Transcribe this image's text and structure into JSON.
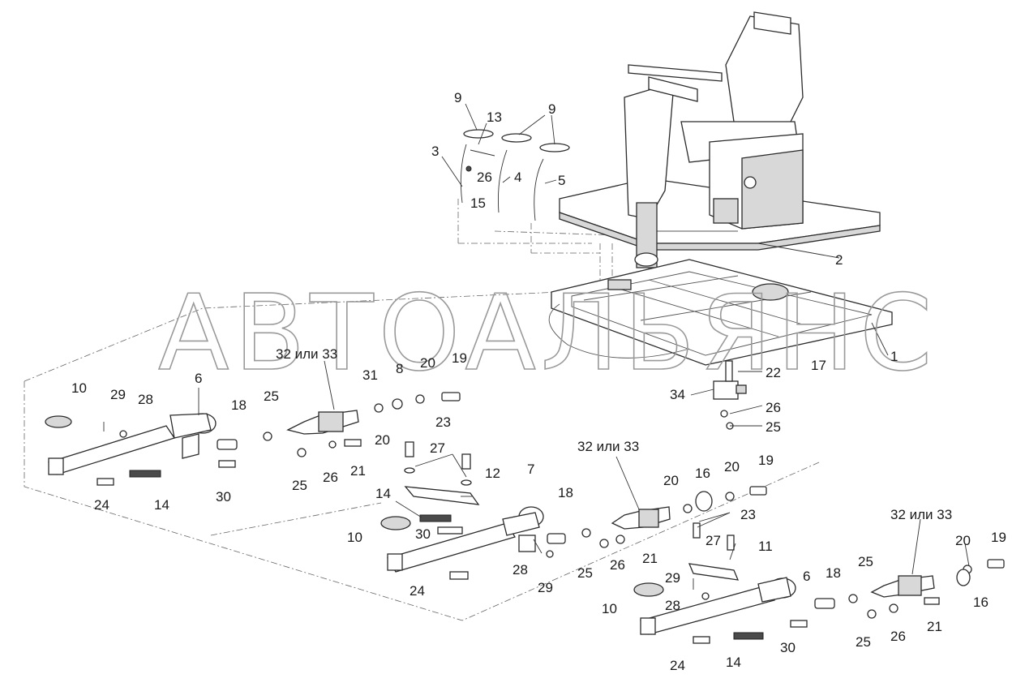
{
  "watermark": "АВТОАЛЬЯНС",
  "labels": {
    "l1": "1",
    "l2": "2",
    "l3": "3",
    "l4": "4",
    "l5": "5",
    "l9a": "9",
    "l9b": "9",
    "l13": "13",
    "l15": "15",
    "l26top": "26",
    "l17": "17",
    "l22": "22",
    "l34": "34",
    "l26r": "26",
    "l25r": "25",
    "g1_32": "32 или 33",
    "g1_31": "31",
    "g1_8": "8",
    "g1_20a": "20",
    "g1_19": "19",
    "g1_10": "10",
    "g1_29": "29",
    "g1_28": "28",
    "g1_6": "6",
    "g1_18": "18",
    "g1_25a": "25",
    "g1_20b": "20",
    "g1_24": "24",
    "g1_14": "14",
    "g1_30": "30",
    "g1_25b": "25",
    "g1_26": "26",
    "g1_21": "21",
    "g2_23": "23",
    "g2_27": "27",
    "g2_12": "12",
    "g2_7": "7",
    "g2_14": "14",
    "g2_30": "30",
    "g2_10": "10",
    "g2_18": "18",
    "g2_24": "24",
    "g2_28": "28",
    "g2_29": "29",
    "g2_25": "25",
    "g2_26": "26",
    "g2_21": "21",
    "g2_32": "32 или 33",
    "g2_20a": "20",
    "g2_16": "16",
    "g2_20b": "20",
    "g2_19": "19",
    "g3_23": "23",
    "g3_27": "27",
    "g3_11": "11",
    "g3_29": "29",
    "g3_28": "28",
    "g3_10": "10",
    "g3_6": "6",
    "g3_18": "18",
    "g3_25a": "25",
    "g3_32": "32 или 33",
    "g3_20": "20",
    "g3_19": "19",
    "g3_16": "16",
    "g3_25b": "25",
    "g3_26": "26",
    "g3_21": "21",
    "g3_24": "24",
    "g3_14": "14",
    "g3_30": "30"
  }
}
